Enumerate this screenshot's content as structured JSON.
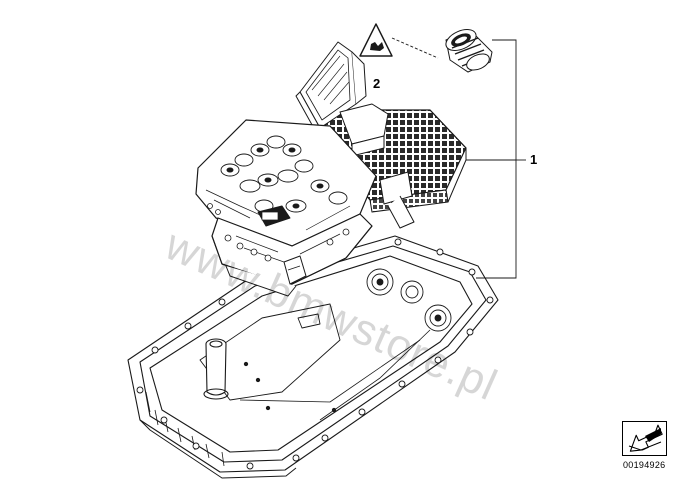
{
  "callouts": {
    "item1": "1",
    "item2": "2"
  },
  "watermark": "www.bmwstore.pl",
  "catalog_number": "00194926",
  "icons": {
    "triangle": "warning-triangle-icon",
    "navigate": "arrow-down-left-icon"
  },
  "colors": {
    "line": "#1a1a1a",
    "background": "#ffffff"
  }
}
